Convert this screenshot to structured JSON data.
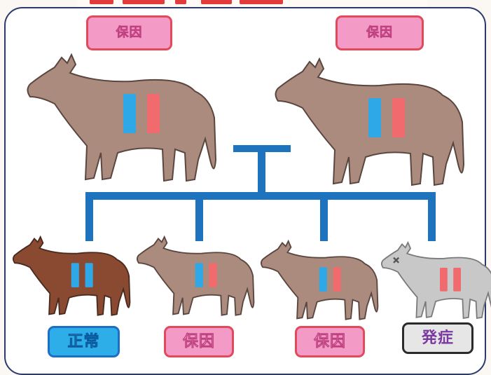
{
  "top_parents": [
    {
      "label": "保因"
    },
    {
      "label": "保因"
    }
  ],
  "offspring": [
    {
      "label": "正常"
    },
    {
      "label": "保因"
    },
    {
      "label": "保因"
    },
    {
      "label": "発症"
    }
  ],
  "colors": {
    "carrier_tag_fill": "#f39bc6",
    "carrier_tag_border": "#e04a5a",
    "normal_tag_fill": "#2eaee8",
    "onset_tag_fill": "#e6e6e6",
    "onset_text": "#7b3aa2",
    "cow_brown": "#aa8b7e",
    "cow_dark": "#8a4a32",
    "cow_gray": "#c8c8c8",
    "gene_blue": "#2ea8e6",
    "gene_red": "#f06a6e",
    "lineage_line": "#1e73be"
  }
}
